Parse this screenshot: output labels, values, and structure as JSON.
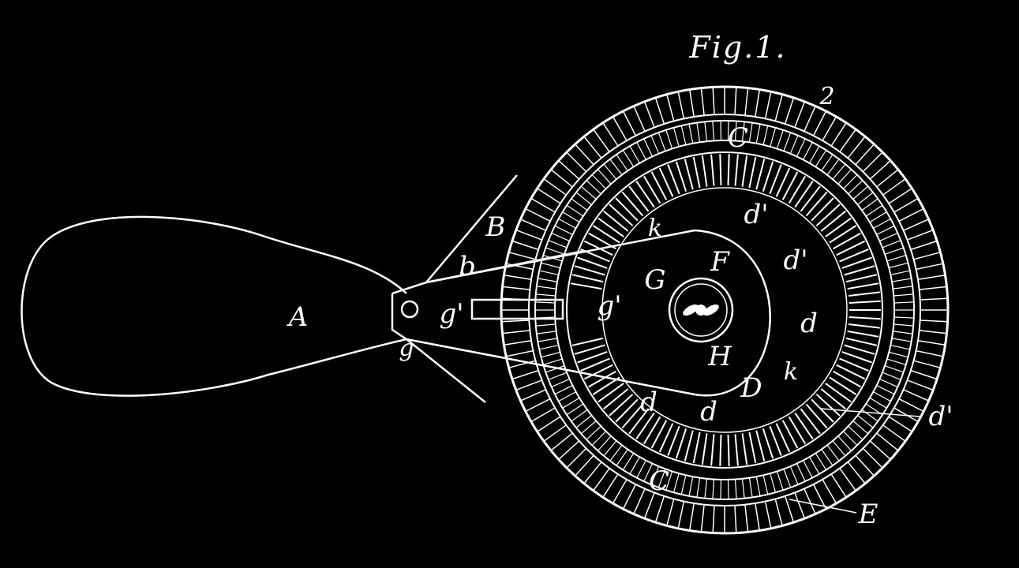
{
  "figure": {
    "title": "Fig.1.",
    "line_color": "#ffffff",
    "background": "#000000"
  },
  "labels": {
    "A": "A",
    "B_plate": "B",
    "b": "b",
    "g_lower": "g",
    "g_prime_left": "g'",
    "g_prime_mid": "g'",
    "G": "G",
    "F": "F",
    "H": "H",
    "D": "D",
    "k_upper": "k",
    "k_lower": "k",
    "C_top": "C",
    "C_bottom": "C",
    "d_prime_top": "d'",
    "d_prime_right": "d'",
    "d_right": "d",
    "d_bottom_1": "d",
    "d_bottom_2": "d",
    "d_prime_outer": "d'",
    "E": "E",
    "ref_2": "2"
  }
}
